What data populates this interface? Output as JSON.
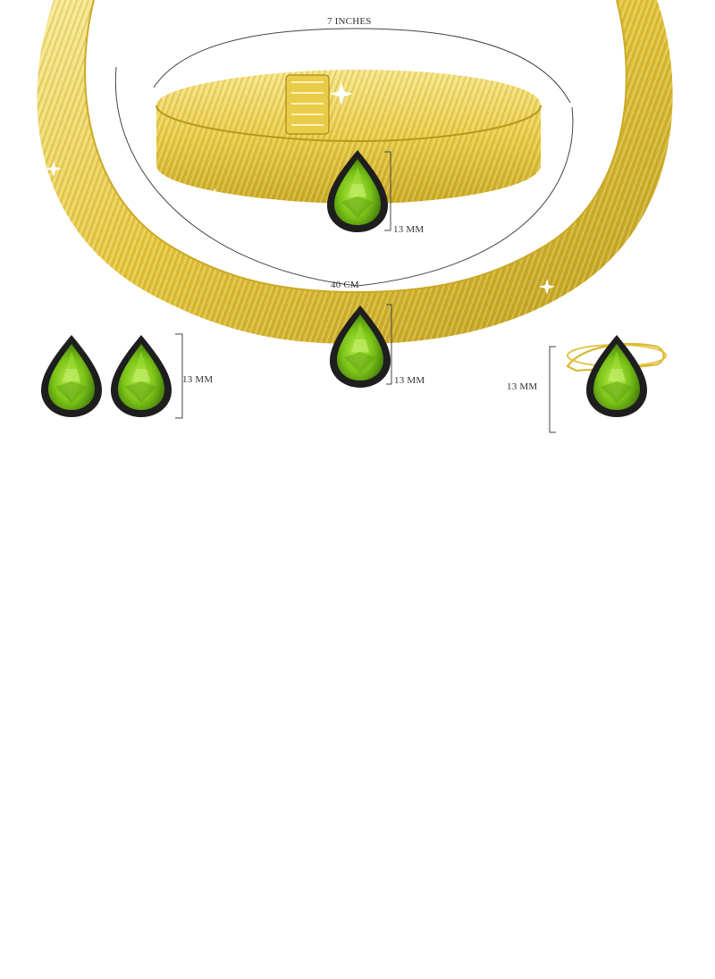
{
  "dimensions": {
    "bracelet_length": "7 INCHES",
    "necklace_length": "40 CM",
    "bracelet_stone": "13 MM",
    "necklace_stone": "13 MM",
    "earring_stone": "13 MM",
    "ring_stone": "13 MM"
  },
  "colors": {
    "gold_light": "#f4e27a",
    "gold": "#e3c23a",
    "gold_dark": "#a98a12",
    "peridot": "#7cc418",
    "peridot_dark": "#3f7a08",
    "halo": "#1e1e1e",
    "measure_line": "#444444"
  }
}
